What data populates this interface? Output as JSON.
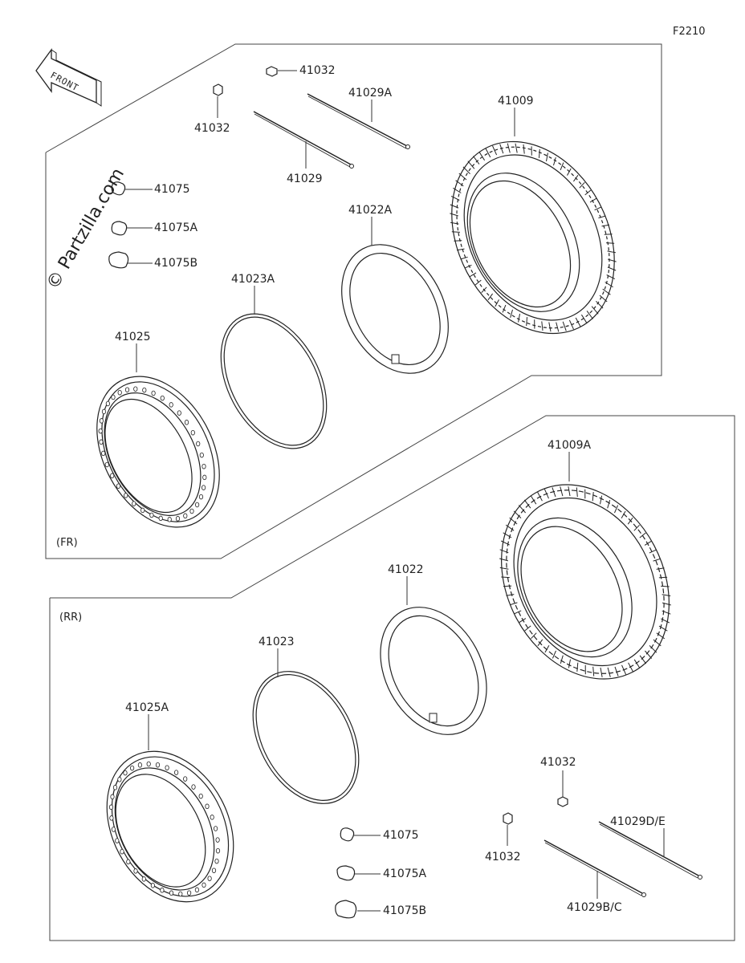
{
  "figure_code": "F2210",
  "front_marker": "FRONT",
  "watermark": "© Partzilla.com",
  "sections": {
    "front": {
      "tag": "(FR)",
      "labels": {
        "valve_cap_top": "41032",
        "valve_core_left": "41032",
        "spoke_a": "41029A",
        "spoke": "41029",
        "tire": "41009",
        "tube": "41022A",
        "rim_band": "41023A",
        "rim": "41025",
        "balance_weight": "41075",
        "balance_weight_a": "41075A",
        "balance_weight_b": "41075B"
      }
    },
    "rear": {
      "tag": "(RR)",
      "labels": {
        "tire": "41009A",
        "tube": "41022",
        "rim_band": "41023",
        "rim": "41025A",
        "balance_weight": "41075",
        "balance_weight_a": "41075A",
        "balance_weight_b": "41075B",
        "valve_cap_top": "41032",
        "valve_core_left": "41032",
        "spoke_de": "41029D/E",
        "spoke_bc": "41029B/C"
      }
    }
  }
}
